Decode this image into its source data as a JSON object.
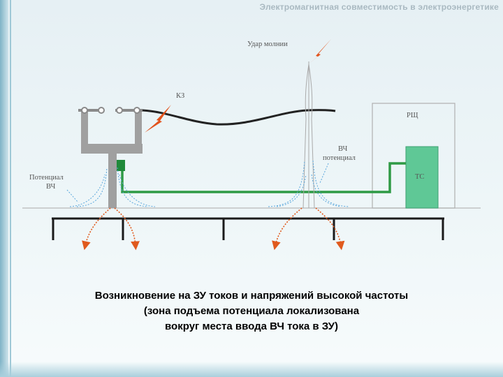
{
  "header": {
    "title": "Электромагнитная совместимость в электроэнергетике"
  },
  "labels": {
    "lightning": "Удар молнии",
    "short_circuit": "КЗ",
    "rsc": "РЩ",
    "ts": "ТС",
    "hf_potential_right_1": "ВЧ",
    "hf_potential_right_2": "потенциал",
    "hf_potential_left_1": "Потенциал",
    "hf_potential_left_2": "ВЧ"
  },
  "caption": {
    "line1": "Возникновение на ЗУ токов и напряжений высокой частоты",
    "line2": "(зона подъема потенциала локализована",
    "line3": "вокруг места ввода ВЧ тока в ЗУ)"
  },
  "colors": {
    "ground_line": "#2e9a45",
    "ts_fill": "#5fc896",
    "spark": "#e2531c",
    "current_arrow": "#e05a1e",
    "potential_curve": "#5aa7dc",
    "structure": "#9a9a9a"
  }
}
